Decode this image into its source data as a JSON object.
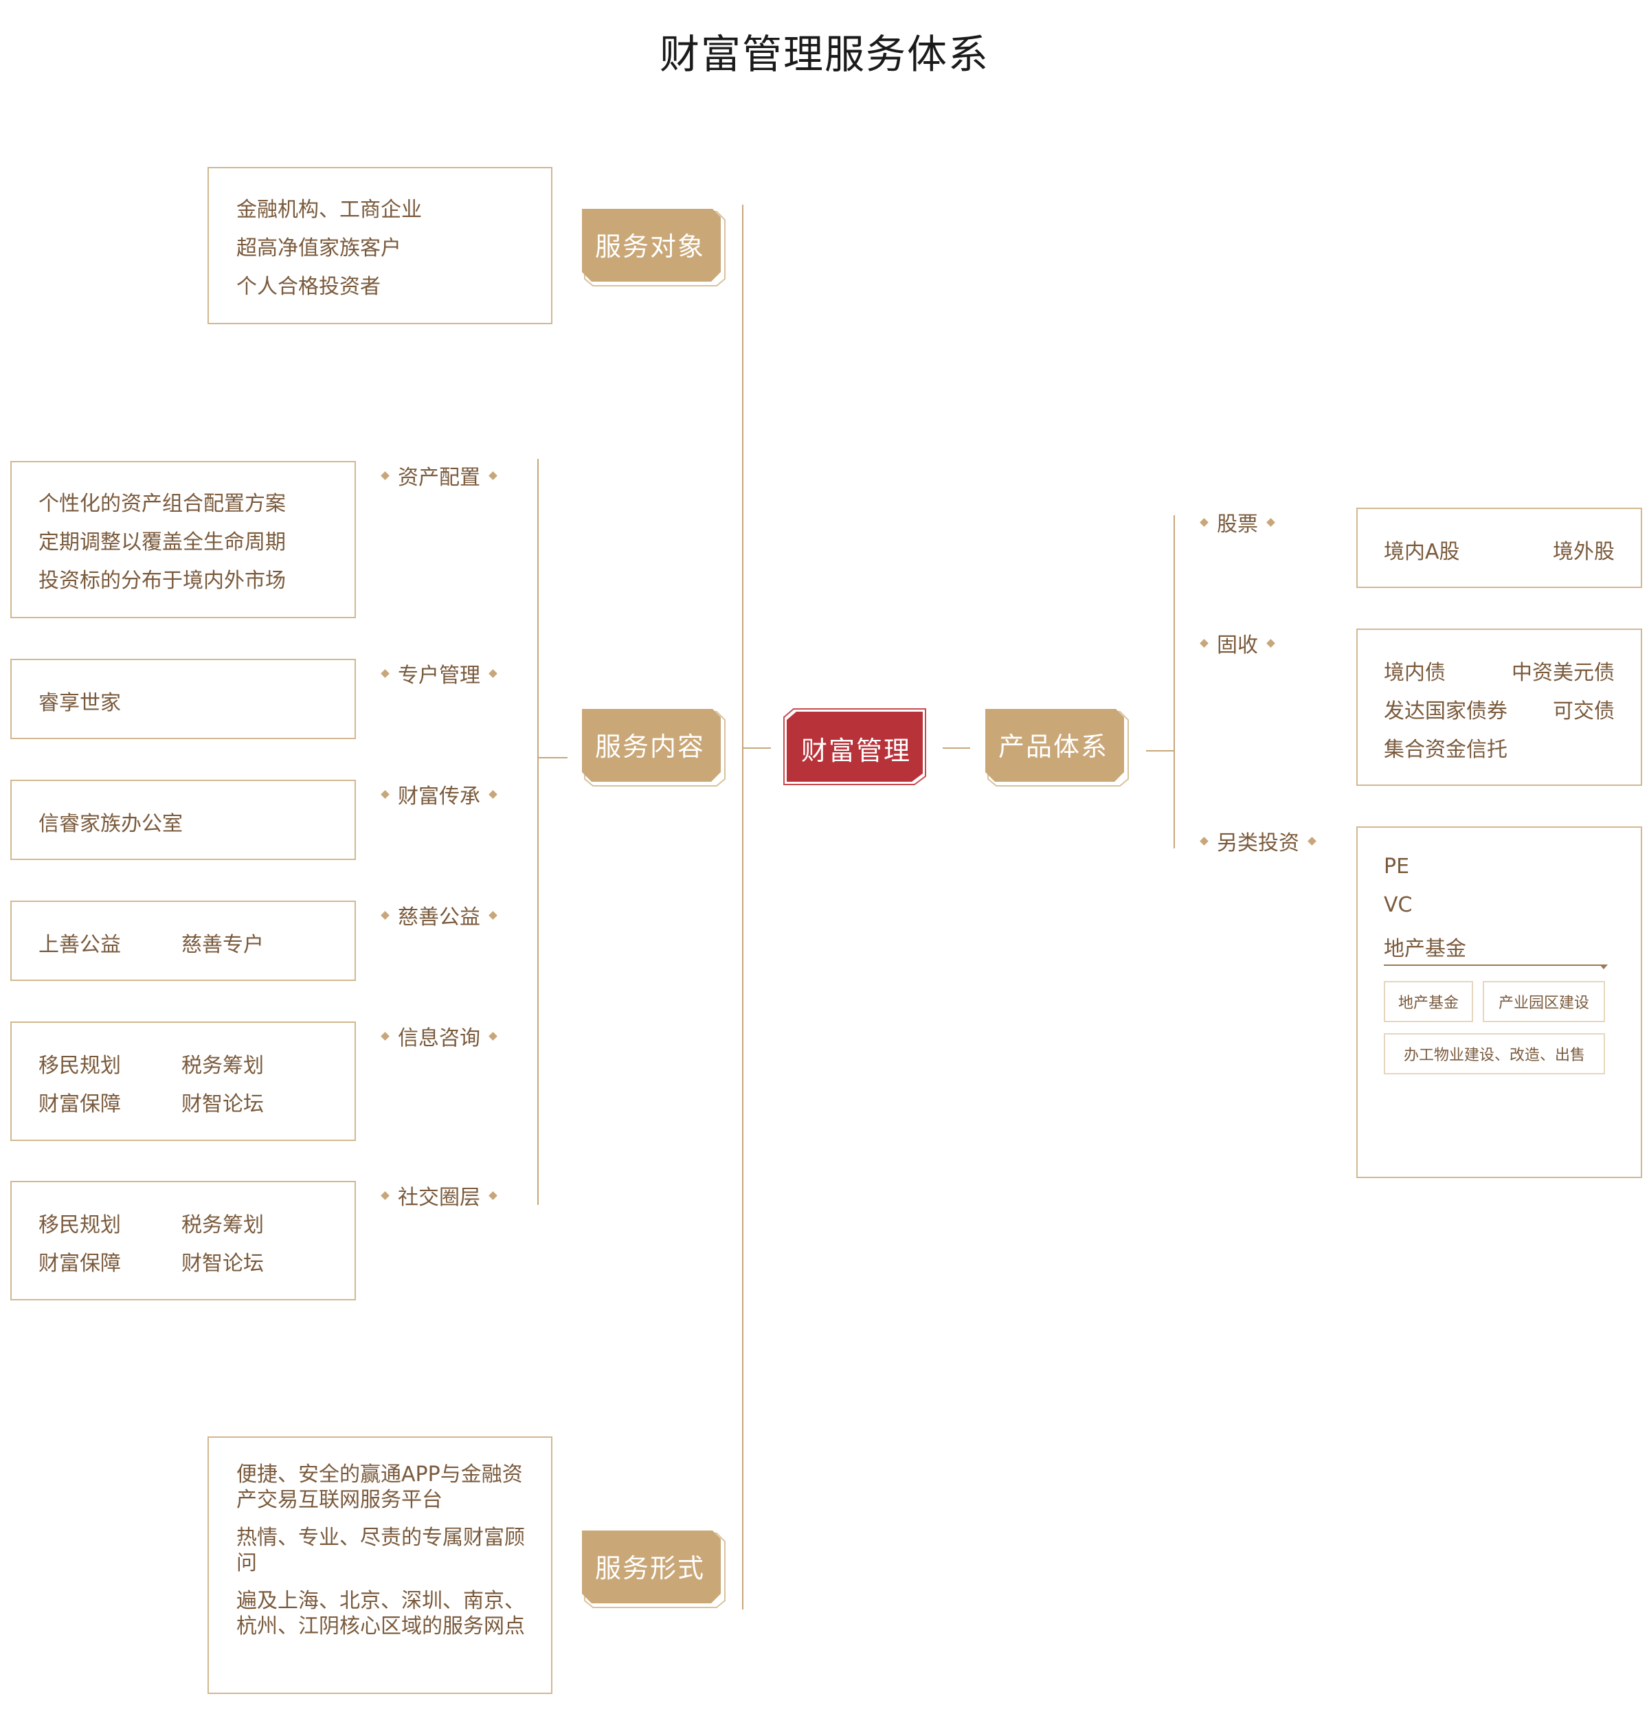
{
  "title": "财富管理服务体系",
  "colors": {
    "gold": "#c8a67a",
    "red": "#b8323a",
    "text": "#7a5a3c"
  },
  "center": "财富管理",
  "left": {
    "service_target": {
      "tag": "服务对象",
      "items": [
        "金融机构、工商企业",
        "超高净值家族客户",
        "个人合格投资者"
      ]
    },
    "service_content": {
      "tag": "服务内容",
      "branches": [
        {
          "label": "资产配置",
          "items": [
            "个性化的资产组合配置方案",
            "定期调整以覆盖全生命周期",
            "投资标的分布于境内外市场"
          ]
        },
        {
          "label": "专户管理",
          "items": [
            "睿享世家"
          ]
        },
        {
          "label": "财富传承",
          "items": [
            "信睿家族办公室"
          ]
        },
        {
          "label": "慈善公益",
          "items": [
            "上善公益",
            "慈善专户"
          ]
        },
        {
          "label": "信息咨询",
          "items": [
            "移民规划",
            "税务筹划",
            "财富保障",
            "财智论坛"
          ]
        },
        {
          "label": "社交圈层",
          "items": [
            "移民规划",
            "税务筹划",
            "财富保障",
            "财智论坛"
          ]
        }
      ]
    },
    "service_form": {
      "tag": "服务形式",
      "items": [
        "便捷、安全的赢通APP与金融资产交易互联网服务平台",
        "热情、专业、尽责的专属财富顾问",
        "遍及上海、北京、深圳、南京、杭州、江阴核心区域的服务网点"
      ]
    }
  },
  "right": {
    "tag": "产品体系",
    "branches": [
      {
        "label": "股票",
        "items": [
          "境内A股",
          "境外股"
        ]
      },
      {
        "label": "固收",
        "items": [
          "境内债",
          "中资美元债",
          "发达国家债券",
          "可交债",
          "集合资金信托"
        ]
      },
      {
        "label": "另类投资",
        "items": [
          "PE",
          "VC",
          "地产基金"
        ],
        "sub_items": [
          "地产基金",
          "产业园区建设",
          "办工物业建设、改造、出售"
        ]
      }
    ]
  }
}
